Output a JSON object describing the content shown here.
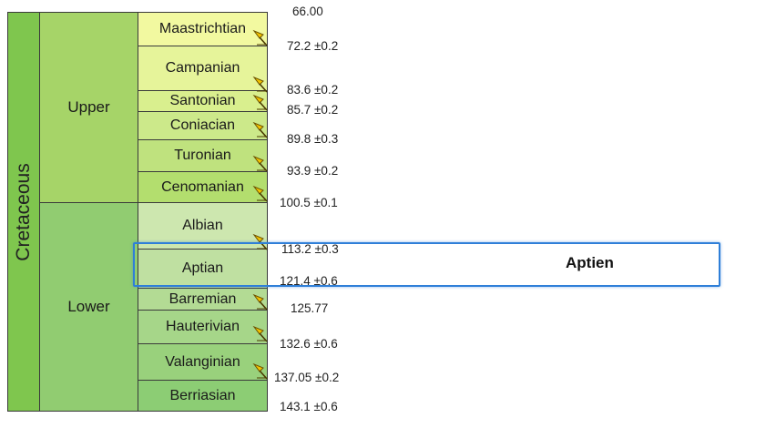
{
  "period": {
    "label": "Cretaceous",
    "color": "#7fc64e"
  },
  "epochs": [
    {
      "label": "Upper",
      "color": "#a6d468"
    },
    {
      "label": "Lower",
      "color": "#91cc71"
    }
  ],
  "stages": [
    {
      "label": "Maastrichtian",
      "color": "#f2f9a0"
    },
    {
      "label": "Campanian",
      "color": "#e6f49a"
    },
    {
      "label": "Santonian",
      "color": "#d9ef8e"
    },
    {
      "label": "Coniacian",
      "color": "#cce98a"
    },
    {
      "label": "Turonian",
      "color": "#bfe27e"
    },
    {
      "label": "Cenomanian",
      "color": "#b3de6e"
    },
    {
      "label": "Albian",
      "color": "#cde7af"
    },
    {
      "label": "Aptian",
      "color": "#bfe0a1"
    },
    {
      "label": "Barremian",
      "color": "#b3db94"
    },
    {
      "label": "Hauterivian",
      "color": "#a6d689"
    },
    {
      "label": "Valanginian",
      "color": "#99d17c"
    },
    {
      "label": "Berriasian",
      "color": "#8ccd74"
    }
  ],
  "ages": [
    "66.00",
    "72.2 ±0.2",
    "83.6 ±0.2",
    "85.7 ±0.2",
    "89.8 ±0.3",
    "93.9 ±0.2",
    "100.5 ±0.1",
    "113.2 ±0.3",
    "121.4 ±0.6",
    "125.77",
    "132.6 ±0.6",
    "137.05 ±0.2",
    "143.1 ±0.6"
  ],
  "highlight": {
    "label": "Aptien",
    "color": "#2f7fd8"
  },
  "icons": {
    "gssp": "golden-spike-icon"
  }
}
